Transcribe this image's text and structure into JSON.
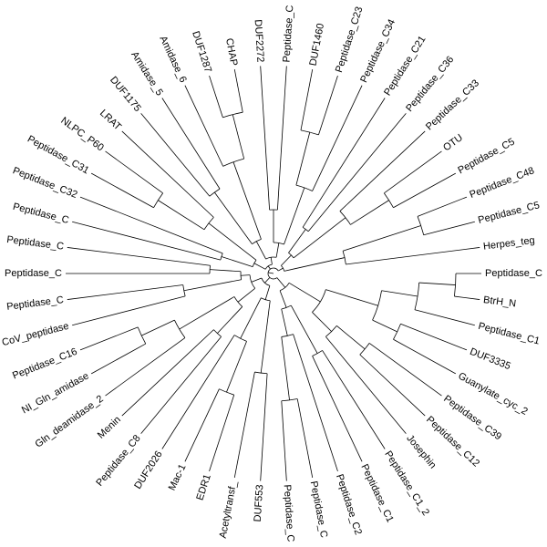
{
  "leaves": [
    "Peptidase_C",
    "BtrH_N",
    "Peptidase_C1",
    "DUF3335",
    "Guanylate_cyc_2",
    "Peptidase_C39",
    "Peptidase_C12",
    "Josephin",
    "Peptidase_C1_2",
    "Peptidase_C1",
    "Peptidase_C2",
    "Peptidase_C",
    "Peptidase_C",
    "DUF553",
    "Acetyltransf_",
    "EDR1",
    "Mac-1",
    "DUF2026",
    "Peptidase_C8",
    "Menin",
    "Gln_deamidase_2",
    "NI_Gln_amidase",
    "Peptidase_C16",
    "CoV_peptidase",
    "Peptidase_C",
    "Peptidase_C",
    "Peptidase_C",
    "Peptidase_C",
    "Peptidase_C32",
    "Peptidase_C31",
    "NLPC_P60",
    "LRAT",
    "DUF1175",
    "Amidase_5",
    "Amidase_6",
    "DUF1287",
    "CHAP",
    "DUF2272",
    "Peptidase_C",
    "DUF1460",
    "Peptidase_C23",
    "Peptidase_C34",
    "Peptidase_C21",
    "Peptidase_C36",
    "Peptidase_C33",
    "OTU",
    "Peptidase_C5",
    "Peptidase_C48",
    "Peptidase_C5",
    "Herpes_teg"
  ]
}
